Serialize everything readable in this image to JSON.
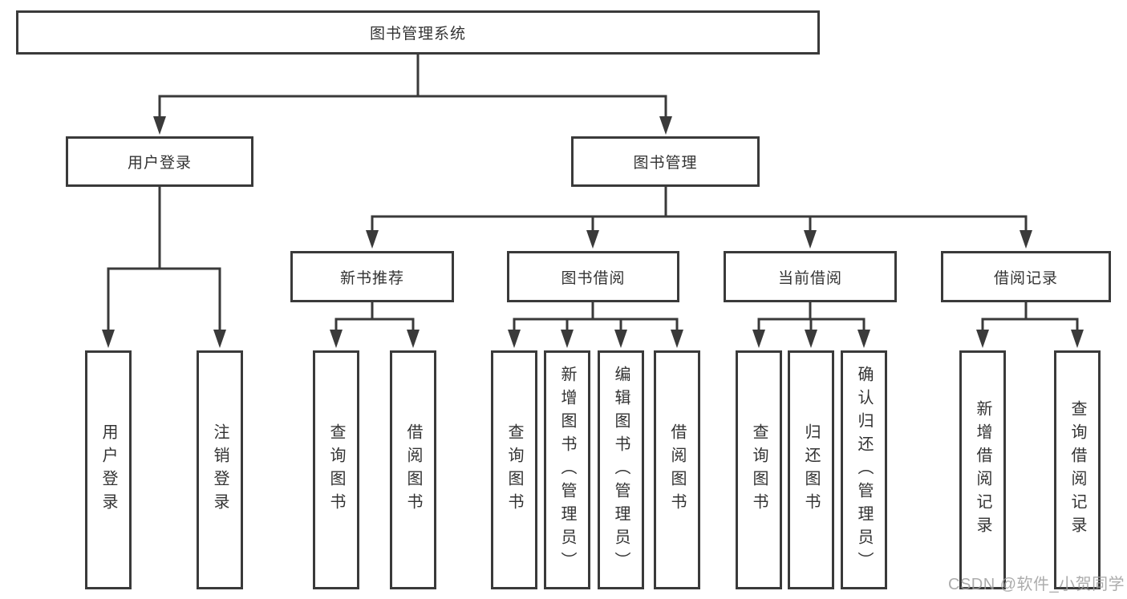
{
  "diagram": {
    "root": {
      "label": "图书管理系统"
    },
    "level2": [
      {
        "label": "用户登录"
      },
      {
        "label": "图书管理"
      }
    ],
    "level3": [
      {
        "label": "新书推荐"
      },
      {
        "label": "图书借阅"
      },
      {
        "label": "当前借阅"
      },
      {
        "label": "借阅记录"
      }
    ],
    "leaves": [
      {
        "label": "用户登录"
      },
      {
        "label": "注销登录"
      },
      {
        "label": "查询图书"
      },
      {
        "label": "借阅图书"
      },
      {
        "label": "查询图书"
      },
      {
        "label": "新增图书（管理员）"
      },
      {
        "label": "编辑图书（管理员）"
      },
      {
        "label": "借阅图书"
      },
      {
        "label": "查询图书"
      },
      {
        "label": "归还图书"
      },
      {
        "label": "确认归还（管理员）"
      },
      {
        "label": "新增借阅记录"
      },
      {
        "label": "查询借阅记录"
      }
    ]
  },
  "watermark": {
    "text": "CSDN @软件_小贺同学"
  },
  "colors": {
    "line": "#3a3a3a",
    "text": "#333333",
    "watermark": "#9e9e9e",
    "background": "#ffffff"
  }
}
